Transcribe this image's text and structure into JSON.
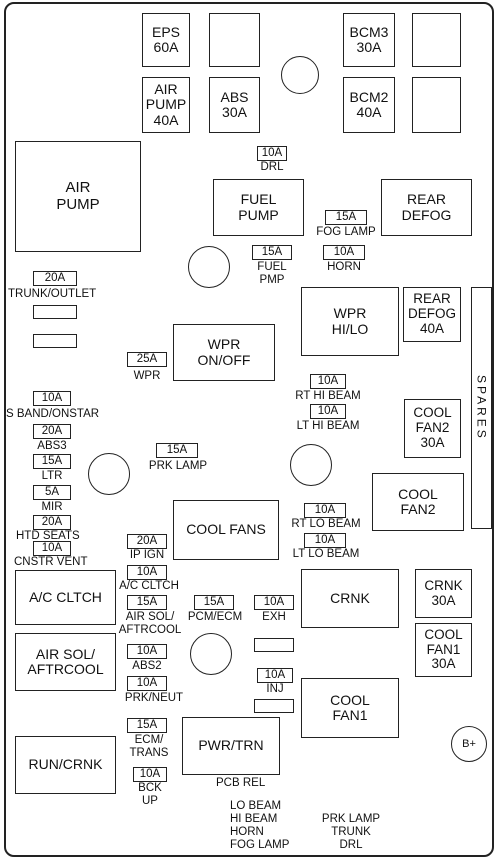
{
  "relays": {
    "eps": "EPS\n60A",
    "bcm3": "BCM3\n30A",
    "air_pump_40a": "AIR\nPUMP\n40A",
    "abs_30a": "ABS\n30A",
    "bcm2": "BCM2\n40A",
    "air_pump": "AIR\nPUMP",
    "fuel_pump": "FUEL\nPUMP",
    "rear_defog": "REAR\nDEFOG",
    "wpr_hi_lo": "WPR\nHI/LO",
    "rear_defog_40a": "REAR\nDEFOG\n40A",
    "wpr_on_off": "WPR\nON/OFF",
    "cool_fan2_30a": "COOL\nFAN2\n30A",
    "cool_fan2": "COOL\nFAN2",
    "cool_fans": "COOL FANS",
    "ac_cltch": "A/C CLTCH",
    "crnk": "CRNK",
    "crnk_30a": "CRNK\n30A",
    "cool_fan1_30a": "COOL\nFAN1\n30A",
    "air_sol": "AIR SOL/\nAFTRCOOL",
    "cool_fan1": "COOL\nFAN1",
    "run_crnk": "RUN/CRNK",
    "pwr_trn": "PWR/TRN",
    "spares": "SPARES",
    "b_plus": "B+"
  },
  "fuses": {
    "drl": {
      "rating": "10A",
      "label": "DRL"
    },
    "fog_lamp": {
      "rating": "15A",
      "label": "FOG LAMP"
    },
    "fuel_pmp": {
      "rating": "15A",
      "label": "FUEL\nPMP"
    },
    "horn": {
      "rating": "10A",
      "label": "HORN"
    },
    "trunk_outlet": {
      "rating": "20A",
      "label": "TRUNK/OUTLET"
    },
    "wpr": {
      "rating": "25A",
      "label": "WPR"
    },
    "rt_hi_beam": {
      "rating": "10A",
      "label": "RT HI BEAM"
    },
    "lt_hi_beam": {
      "rating": "10A",
      "label": "LT HI BEAM"
    },
    "s_band": {
      "rating": "10A",
      "label": "S BAND/ONSTAR"
    },
    "abs3": {
      "rating": "20A",
      "label": "ABS3"
    },
    "ltr": {
      "rating": "15A",
      "label": "LTR"
    },
    "mir": {
      "rating": "5A",
      "label": "MIR"
    },
    "htd_seats": {
      "rating": "20A",
      "label": "HTD SEATS"
    },
    "cnstr_vent": {
      "rating": "10A",
      "label": "CNSTR VENT"
    },
    "prk_lamp": {
      "rating": "15A",
      "label": "PRK LAMP"
    },
    "ip_ign": {
      "rating": "20A",
      "label": "IP IGN"
    },
    "rt_lo_beam": {
      "rating": "10A",
      "label": "RT LO BEAM"
    },
    "lt_lo_beam": {
      "rating": "10A",
      "label": "LT LO BEAM"
    },
    "ac_cltch_fuse": {
      "rating": "10A",
      "label": "A/C CLTCH"
    },
    "air_sol_fuse": {
      "rating": "15A",
      "label": "AIR SOL/\nAFTRCOOL"
    },
    "pcm_ecm": {
      "rating": "15A",
      "label": "PCM/ECM"
    },
    "exh": {
      "rating": "10A",
      "label": "EXH"
    },
    "abs2": {
      "rating": "10A",
      "label": "ABS2"
    },
    "prk_neut": {
      "rating": "10A",
      "label": "PRK/NEUT"
    },
    "inj": {
      "rating": "10A",
      "label": "INJ"
    },
    "ecm_trans": {
      "rating": "15A",
      "label": "ECM/\nTRANS"
    },
    "bck_up": {
      "rating": "10A",
      "label": "BCK\nUP"
    }
  },
  "bottom_labels": {
    "pcb_rel": "PCB REL",
    "lo_beam": "LO BEAM",
    "hi_beam": "HI BEAM",
    "horn": "HORN",
    "fog_lamp": "FOG LAMP",
    "prk_lamp": "PRK LAMP",
    "trunk": "TRUNK",
    "drl": "DRL"
  }
}
